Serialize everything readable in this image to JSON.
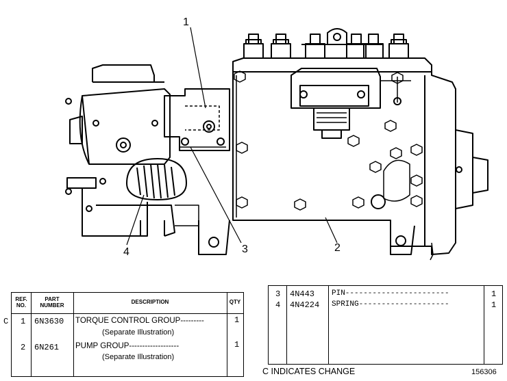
{
  "callouts": [
    {
      "id": "callout-1",
      "text": "1"
    },
    {
      "id": "callout-2",
      "text": "2"
    },
    {
      "id": "callout-3",
      "text": "3"
    },
    {
      "id": "callout-4",
      "text": "4"
    }
  ],
  "left_table": {
    "headers": {
      "ref": "REF.\nNO.",
      "part": "PART\nNUMBER",
      "desc": "DESCRIPTION",
      "qty": "QTY"
    },
    "change_mark": "C",
    "rows": [
      {
        "ref": "1",
        "part": "6N3630",
        "desc": "TORQUE CONTROL GROUP---------",
        "note": "(Separate Illustration)",
        "qty": "1"
      },
      {
        "ref": "2",
        "part": "6N261",
        "desc": "PUMP GROUP-------------------",
        "note": "(Separate Illustration)",
        "qty": "1"
      }
    ]
  },
  "right_table": {
    "rows": [
      {
        "ref": "3",
        "part": "4N443",
        "desc": "PIN-----------------------",
        "qty": "1"
      },
      {
        "ref": "4",
        "part": "4N4224",
        "desc": "SPRING--------------------",
        "qty": "1"
      }
    ]
  },
  "footer": {
    "change_note": "C INDICATES CHANGE",
    "figure_number": "156306"
  }
}
